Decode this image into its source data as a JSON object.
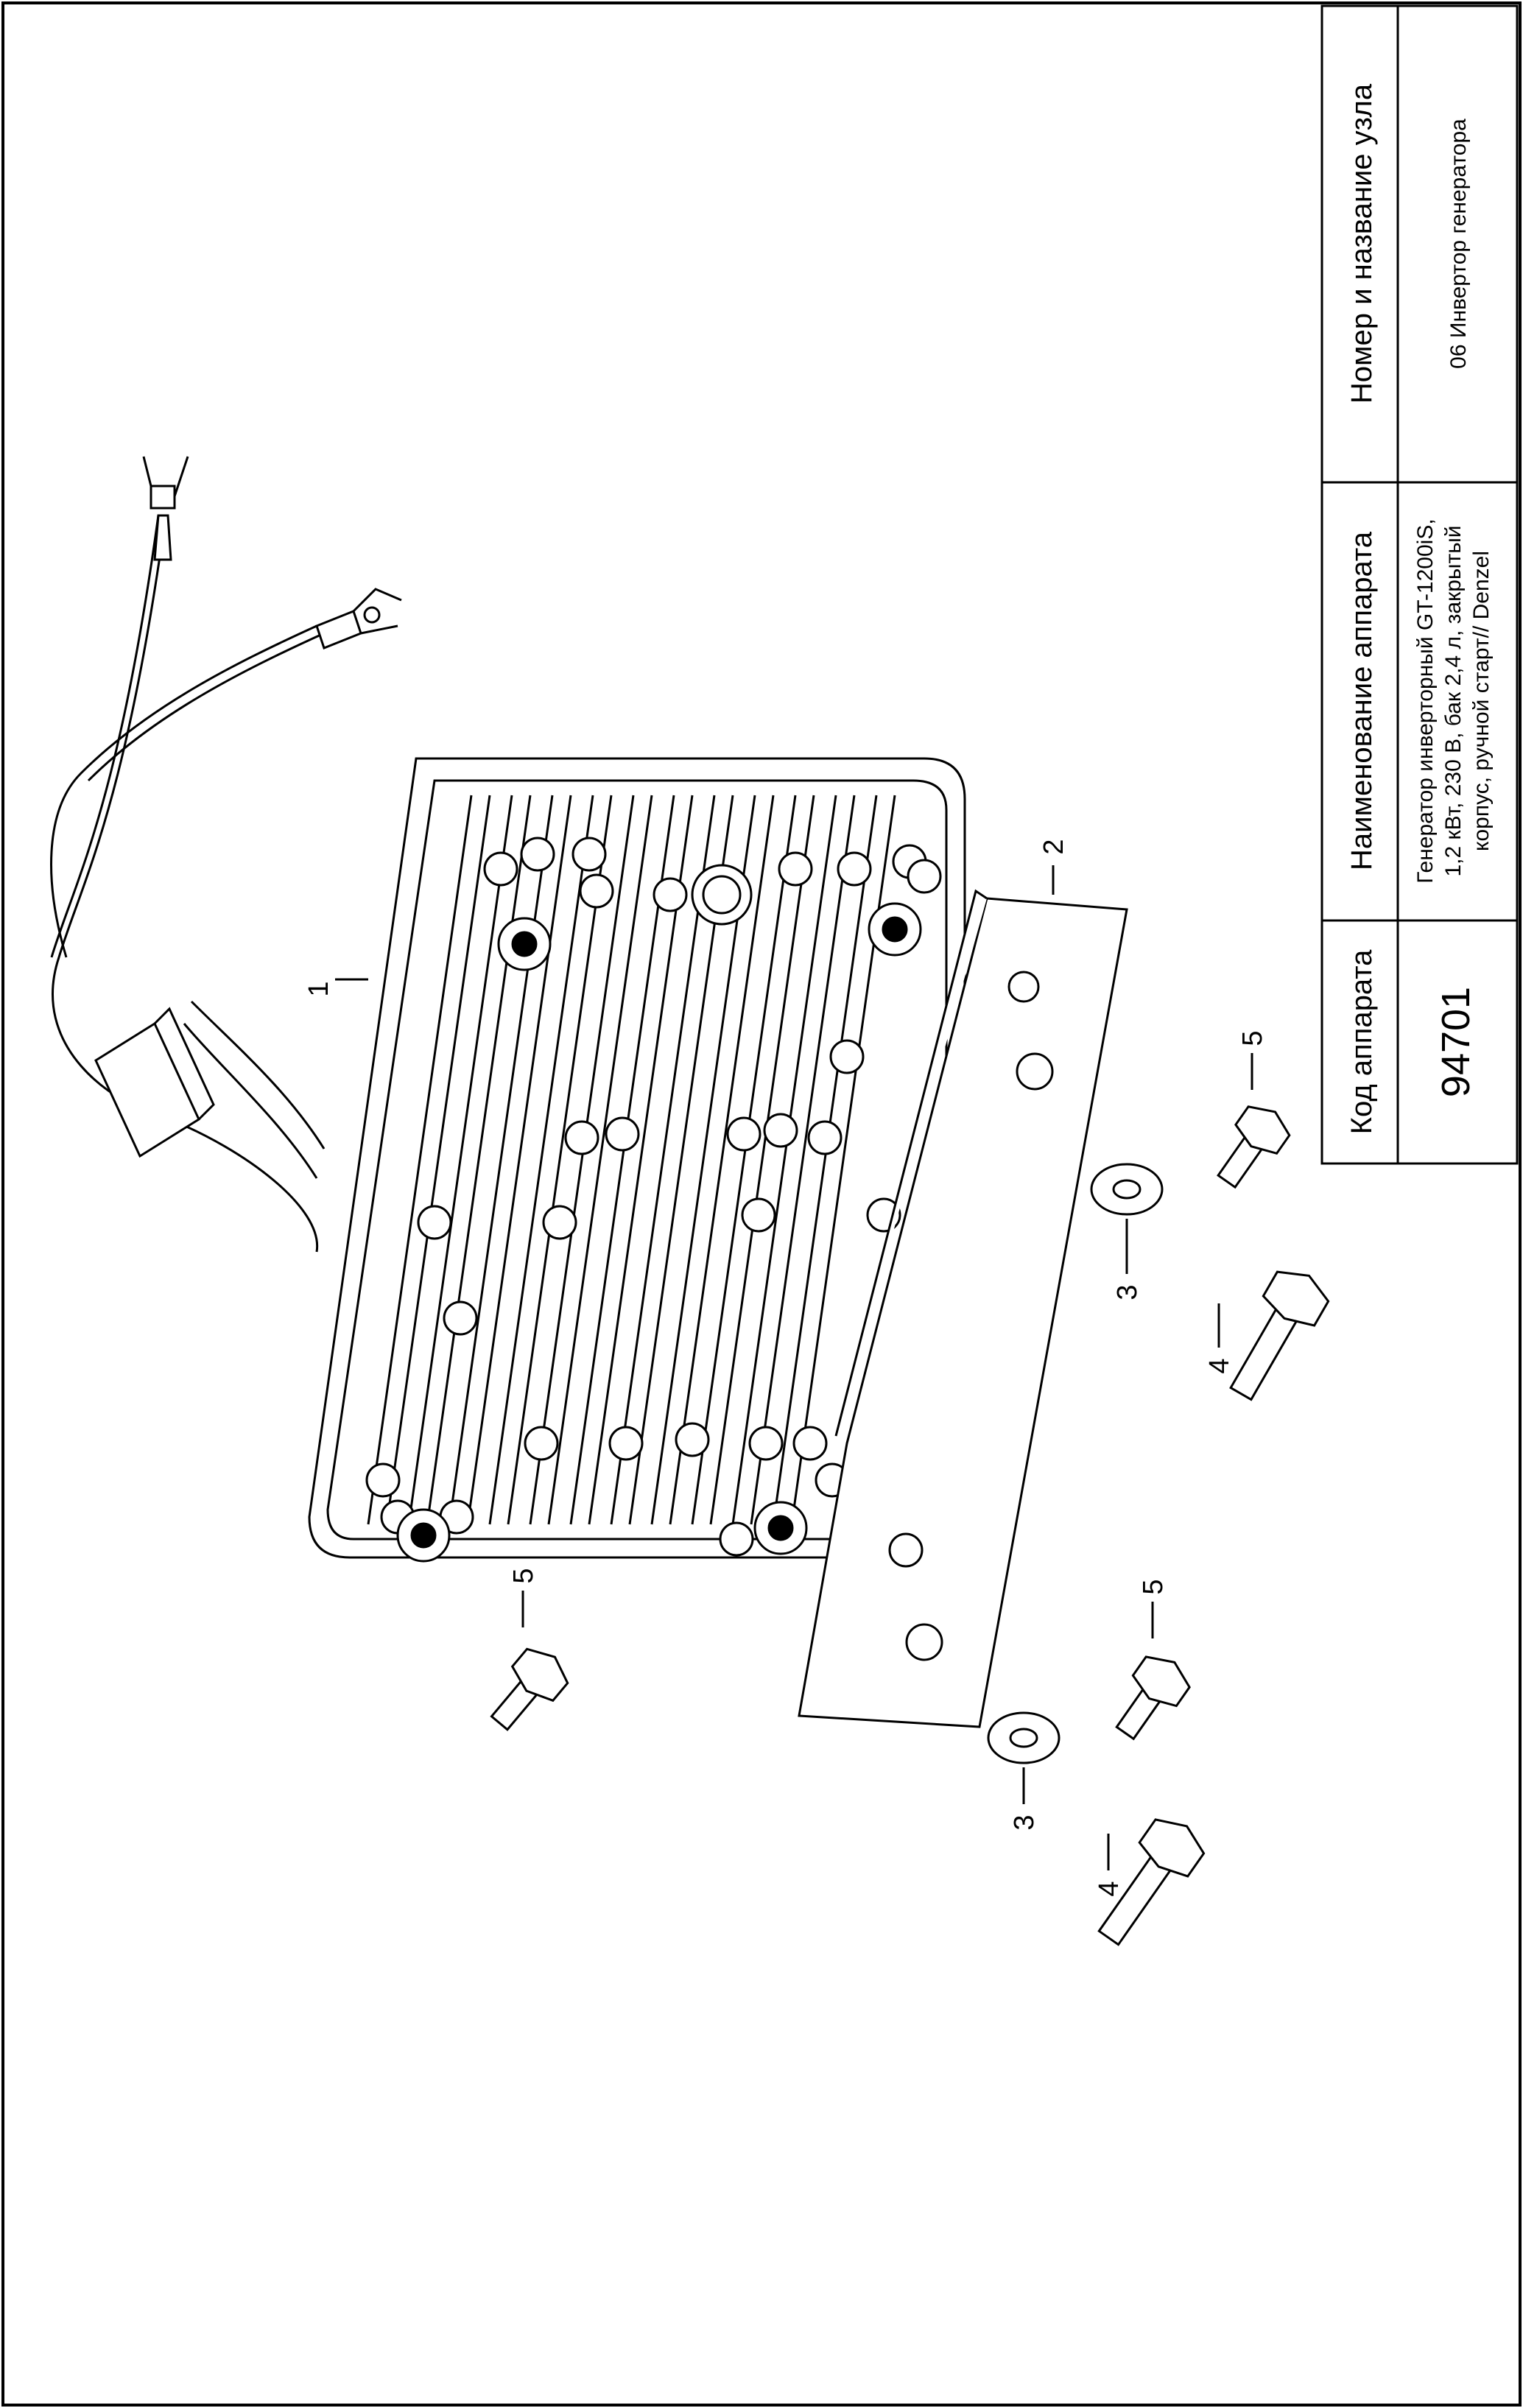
{
  "table": {
    "headers": {
      "code": "Код аппарата",
      "name": "Наименование аппарата",
      "node": "Номер и название узла"
    },
    "values": {
      "code": "94701",
      "name_lines": [
        "Генератор инверторный GT-1200iS,",
        "1,2 кВт, 230 В, бак 2,4 л, закрытый",
        "корпус, ручной старт// Denzel"
      ],
      "node": "06 Инвертор генератора"
    }
  },
  "callouts": [
    "1",
    "2",
    "3",
    "4",
    "5",
    "5",
    "3",
    "4",
    "5"
  ]
}
